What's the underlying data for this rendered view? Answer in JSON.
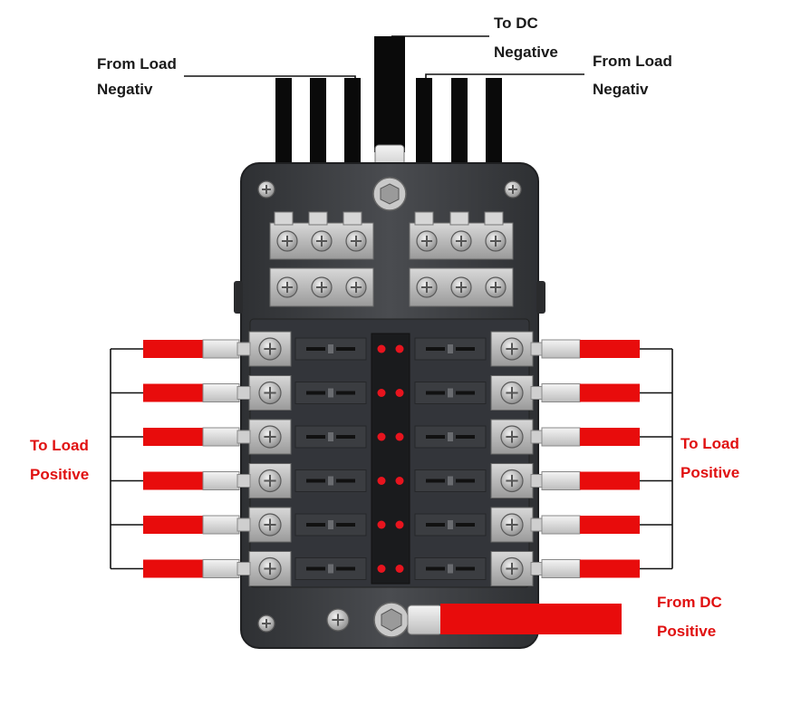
{
  "labels": {
    "from_load_negative_left": {
      "line1": "From Load",
      "line2": "Negativ"
    },
    "to_dc_negative": {
      "line1": "To DC",
      "line2": "Negative"
    },
    "from_load_negative_right": {
      "line1": "From Load",
      "line2": "Negativ"
    },
    "to_load_positive_left": {
      "line1": "To Load",
      "line2": "Positive"
    },
    "to_load_positive_right": {
      "line1": "To Load",
      "line2": "Positive"
    },
    "from_dc_positive": {
      "line1": "From DC",
      "line2": "Positive"
    }
  },
  "fuse_block": {
    "fuse_slots_per_side": 6,
    "negative_wires_per_side": 3
  },
  "colors": {
    "negative_wire": "#0a0a0a",
    "positive_wire": "#e80c0c",
    "housing": "#3d3f42",
    "led": "#e8141e",
    "label_dark": "#1a1a1a",
    "label_red": "#e01010"
  }
}
